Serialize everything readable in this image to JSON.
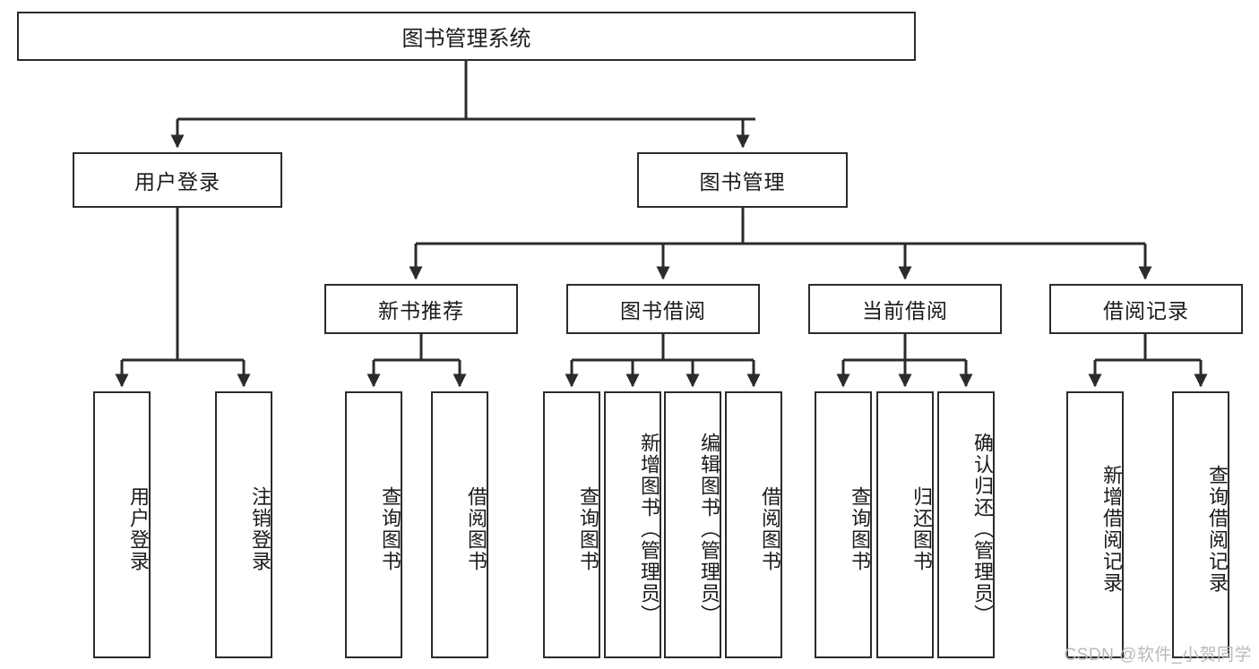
{
  "diagram": {
    "title": "图书管理系统",
    "root": {
      "label": "图书管理系统"
    },
    "level2": [
      {
        "label": "用户登录"
      },
      {
        "label": "图书管理"
      }
    ],
    "level3": [
      {
        "label": "新书推荐"
      },
      {
        "label": "图书借阅"
      },
      {
        "label": "当前借阅"
      },
      {
        "label": "借阅记录"
      }
    ],
    "leaves": [
      {
        "label": "用户登录"
      },
      {
        "label": "注销登录"
      },
      {
        "label": "查询图书"
      },
      {
        "label": "借阅图书"
      },
      {
        "label": "查询图书"
      },
      {
        "label": "新增图书（管理员）"
      },
      {
        "label": "编辑图书（管理员）"
      },
      {
        "label": "借阅图书"
      },
      {
        "label": "查询图书"
      },
      {
        "label": "归还图书"
      },
      {
        "label": "确认归还（管理员）"
      },
      {
        "label": "新增借阅记录"
      },
      {
        "label": "查询借阅记录"
      }
    ]
  },
  "watermark": {
    "text": "CSDN @软件_小贺同学"
  },
  "colors": {
    "stroke": "#2b2b2b",
    "background": "#ffffff",
    "text": "#1a1a1a",
    "watermark": "#b9b9b9"
  }
}
